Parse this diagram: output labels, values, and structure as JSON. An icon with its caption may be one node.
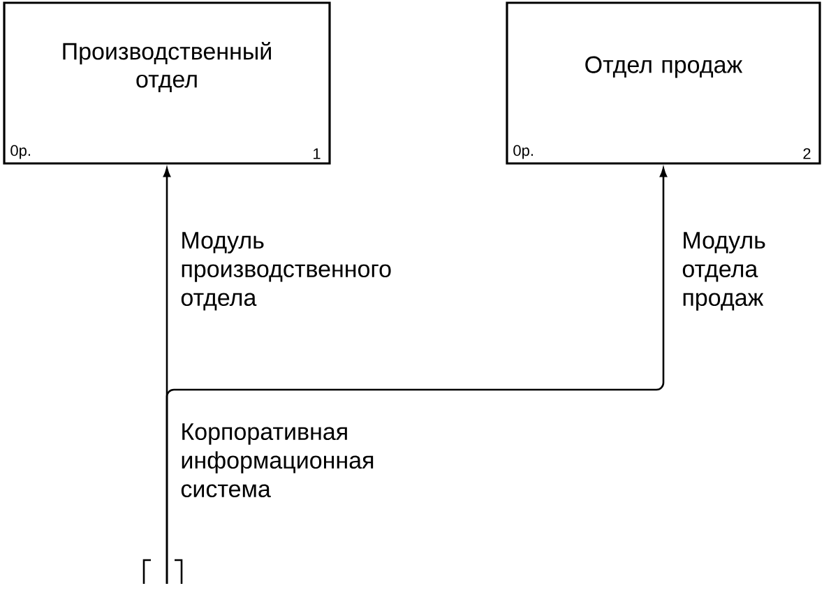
{
  "diagram": {
    "nodes": [
      {
        "text": [
          "Производственный отдел",
          "0р.",
          "1"
        ]
      },
      {
        "text": [
          "Отдел продаж",
          "0р.",
          "2"
        ]
      }
    ],
    "edges": [
      {
        "from": null,
        "to": 0,
        "arrow": "to",
        "label": "Модуль производственного отдела"
      },
      {
        "from": null,
        "to": 1,
        "arrow": "to",
        "label": "Модуль отдела продаж"
      }
    ],
    "labels": [
      "Корпоративная информационная система"
    ]
  }
}
